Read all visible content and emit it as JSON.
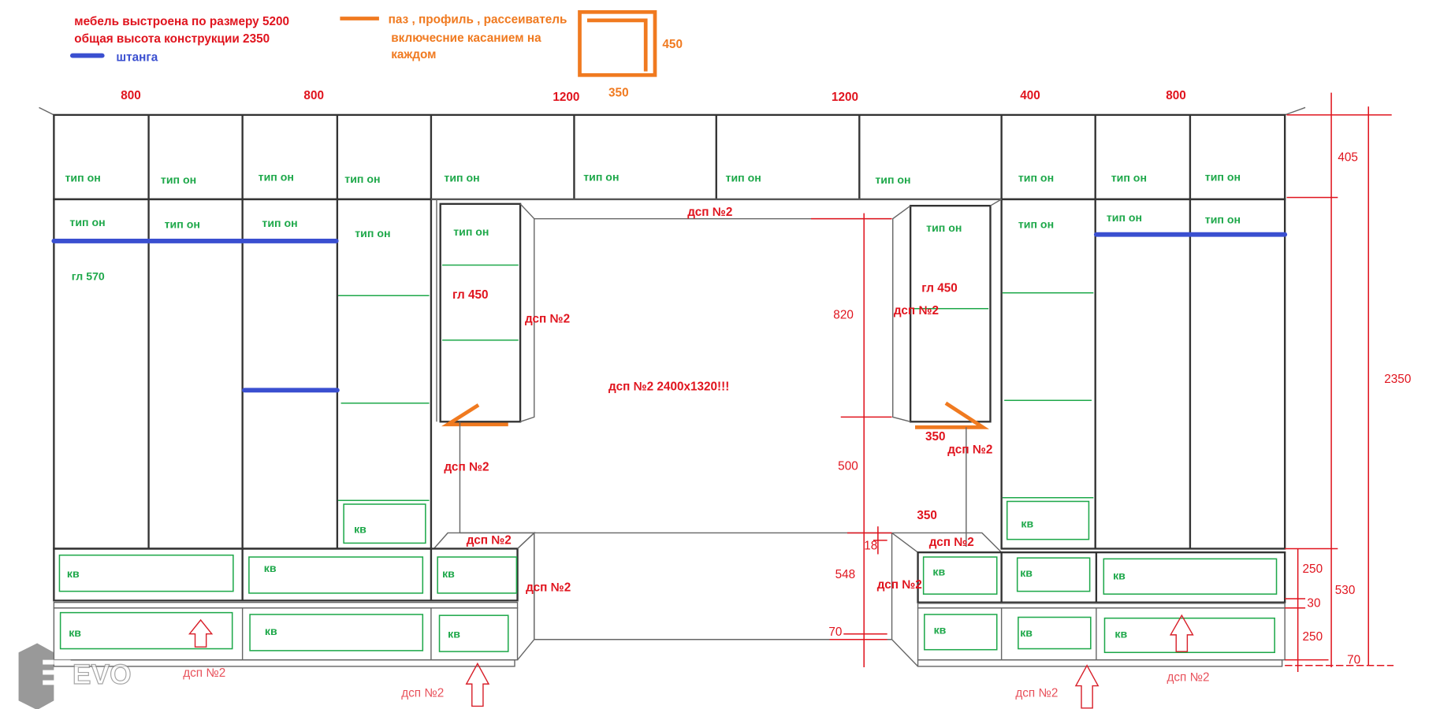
{
  "legend": {
    "line1": "мебель выстроена по размеру 5200",
    "line2": "общая высота конструкции 2350",
    "rod": "штанга",
    "profile_1": "паз , профиль , рассеиватель",
    "profile_2": "включесние касанием на",
    "profile_3": "каждом",
    "profile_height": "450",
    "profile_width": "350"
  },
  "widths": [
    "800",
    "800",
    "1200",
    "1200",
    "400",
    "800"
  ],
  "heights": {
    "top": "405",
    "total": "2350",
    "drawer1": "250",
    "gap": "30",
    "drawer2": "250",
    "drawers_total": "530",
    "plinth": "70"
  },
  "labels": {
    "tip_on": "тип он",
    "kv": "кв",
    "depth_570": "гл 570",
    "depth_450": "гл 450",
    "dsp": "дсп №2",
    "dsp_panel": "дсп №2 2400x1320!!!",
    "dim_820": "820",
    "dim_500": "500",
    "dim_548": "548",
    "dim_18": "18",
    "dim_70": "70",
    "dim_350": "350"
  },
  "logo": "EVO",
  "colors": {
    "red": "#e0141e",
    "green": "#1ea84a",
    "blue": "#3a4fd0",
    "orange": "#f07a20"
  }
}
